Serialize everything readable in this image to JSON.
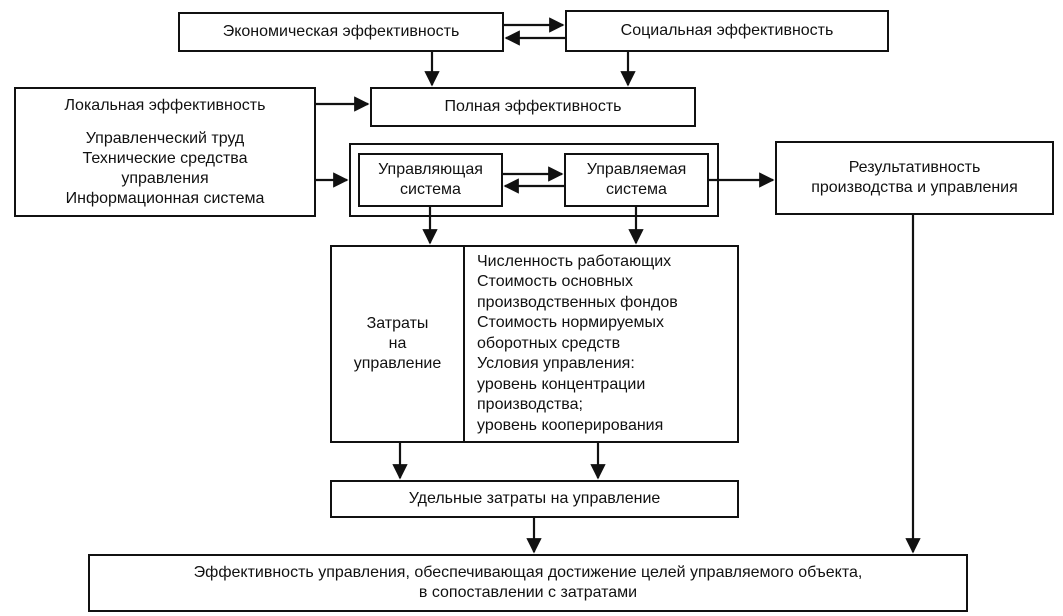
{
  "diagram": {
    "economic_efficiency": "Экономическая эффективность",
    "social_efficiency": "Социальная эффективность",
    "local_efficiency": "Локальная эффективность",
    "full_efficiency": "Полная эффективность",
    "management_resources": "Управленческий труд\nТехнические средства\nуправления\nИнформационная система",
    "managing_system": "Управляющая\nсистема",
    "managed_system": "Управляемая\nсистема",
    "performance": "Результативность\nпроизводства и управления",
    "management_costs": "Затраты\nна\nуправление",
    "cost_factors": "Численность работающих\nСтоимость основных\n   производственных фондов\nСтоимость нормируемых\n   оборотных средств\nУсловия управления:\n   уровень концентрации\n   производства;\n   уровень кооперирования",
    "specific_costs": "Удельные затраты на управление",
    "management_efficiency": "Эффективность управления, обеспечивающая достижение целей управляемого объекта,\nв сопоставлении с затратами"
  }
}
